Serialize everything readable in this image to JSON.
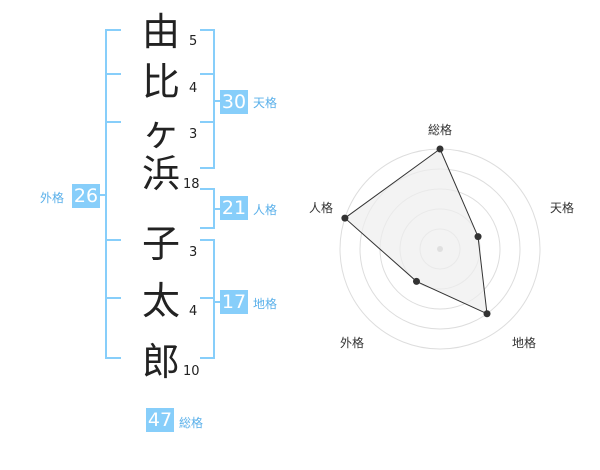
{
  "name": {
    "characters": [
      {
        "char": "由",
        "strokes": "5"
      },
      {
        "char": "比",
        "strokes": "4"
      },
      {
        "char": "ヶ",
        "strokes": "3"
      },
      {
        "char": "浜",
        "strokes": "18"
      },
      {
        "char": "子",
        "strokes": "3"
      },
      {
        "char": "太",
        "strokes": "4"
      },
      {
        "char": "郎",
        "strokes": "10"
      }
    ]
  },
  "fortunes": {
    "tenkaku": {
      "value": "30",
      "label": "天格"
    },
    "jinkaku": {
      "value": "21",
      "label": "人格"
    },
    "chikaku": {
      "value": "17",
      "label": "地格"
    },
    "gaikaku": {
      "value": "26",
      "label": "外格"
    },
    "soukaku": {
      "value": "47",
      "label": "総格"
    }
  },
  "radar": {
    "axes": [
      "総格",
      "天格",
      "地格",
      "外格",
      "人格"
    ],
    "levels": [
      5,
      2,
      4,
      2,
      5
    ],
    "max_level": 5,
    "colors": {
      "fill": "#eeeeee",
      "line": "#333333",
      "grid": "#dddddd",
      "center": "#bbbbbb"
    }
  },
  "colors": {
    "accent": "#87cefa",
    "accent_text": "#5ab0ea"
  }
}
